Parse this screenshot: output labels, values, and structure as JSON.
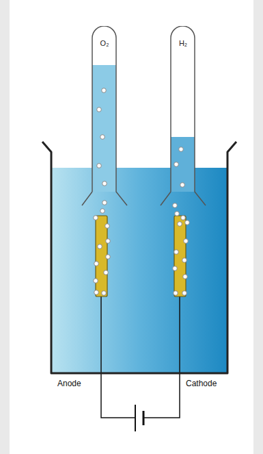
{
  "diagram": {
    "nodes": [
      {
        "text": [
          "O₂"
        ]
      },
      {
        "text": [
          "H₂"
        ]
      }
    ],
    "labels": [
      "Anode",
      "Cathode"
    ]
  }
}
